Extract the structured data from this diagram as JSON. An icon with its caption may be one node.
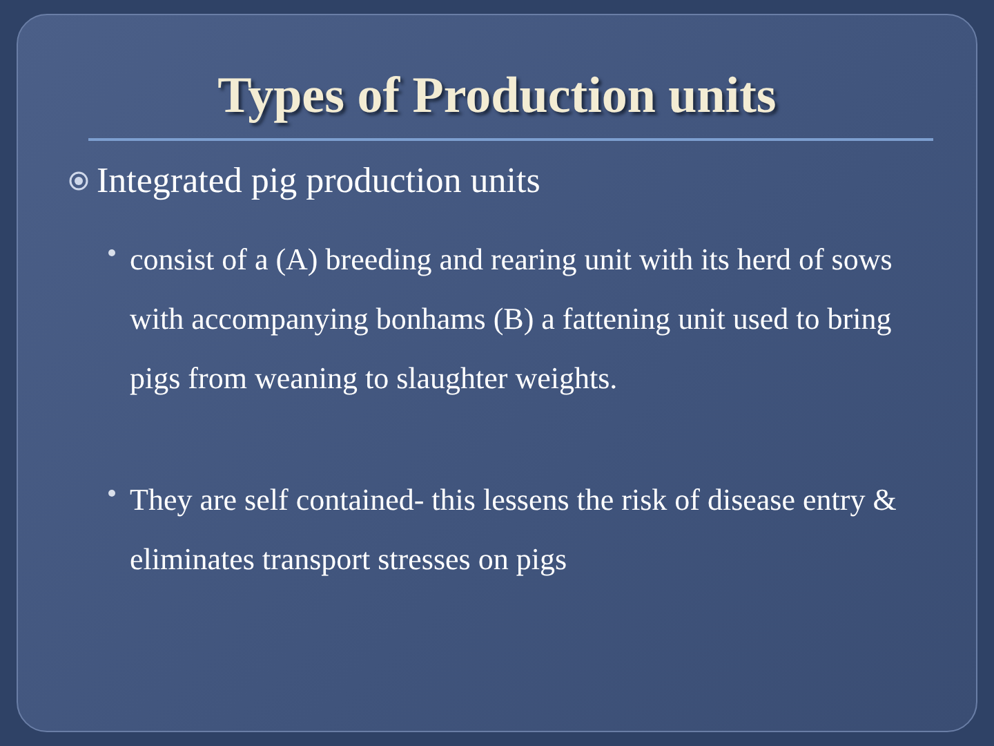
{
  "diagram": {
    "title": "Types of Production units",
    "labels": [
      "Integrated pig production units",
      "consist of a (A) breeding and rearing unit with its herd of sows with accompanying bonhams (B) a fattening unit used to bring pigs from weaning to slaughter weights.",
      "They are self contained- this lessens the risk of disease entry & eliminates transport stresses on pigs"
    ]
  }
}
